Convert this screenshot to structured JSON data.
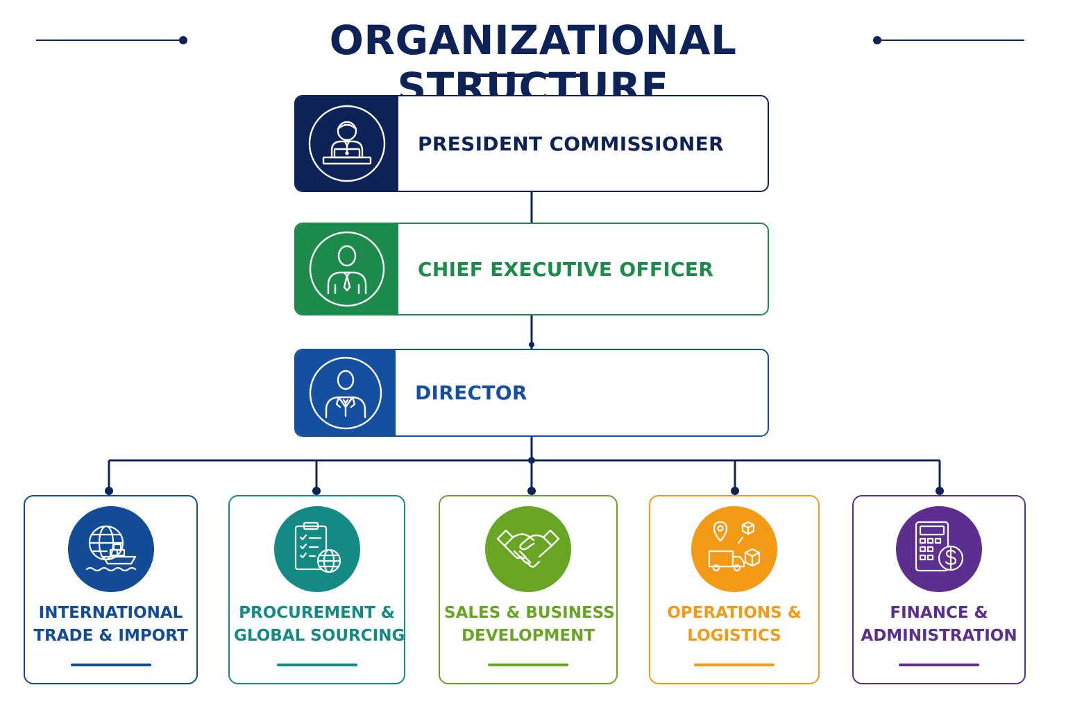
{
  "title": "ORGANIZATIONAL STRUCTURE",
  "colors": {
    "navy": "#0d2358",
    "green": "#1c8a4a",
    "blue": "#1550a0",
    "trade": "#124c96",
    "procurement": "#138a84",
    "sales": "#67a523",
    "operations": "#f39a17",
    "finance": "#5b2e8f"
  },
  "roles": {
    "president": {
      "label": "PRESIDENT COMMISSIONER",
      "icon": "executive-at-desk-icon"
    },
    "ceo": {
      "label": "CHIEF EXECUTIVE OFFICER",
      "icon": "businessman-with-tie-icon"
    },
    "director": {
      "label": "DIRECTOR",
      "icon": "businessman-in-suit-icon"
    }
  },
  "departments": [
    {
      "line1": "INTERNATIONAL",
      "line2": "TRADE & IMPORT",
      "icon": "globe-cargo-ship-icon",
      "color": "#124c96"
    },
    {
      "line1": "PROCUREMENT &",
      "line2": "GLOBAL SOURCING",
      "icon": "clipboard-globe-icon",
      "color": "#138a84"
    },
    {
      "line1": "SALES & BUSINESS",
      "line2": "DEVELOPMENT",
      "icon": "handshake-icon",
      "color": "#67a523"
    },
    {
      "line1": "OPERATIONS &",
      "line2": "LOGISTICS",
      "icon": "truck-boxes-location-icon",
      "color": "#f39a17"
    },
    {
      "line1": "FINANCE &",
      "line2": "ADMINISTRATION",
      "icon": "calculator-dollar-icon",
      "color": "#5b2e8f"
    }
  ]
}
